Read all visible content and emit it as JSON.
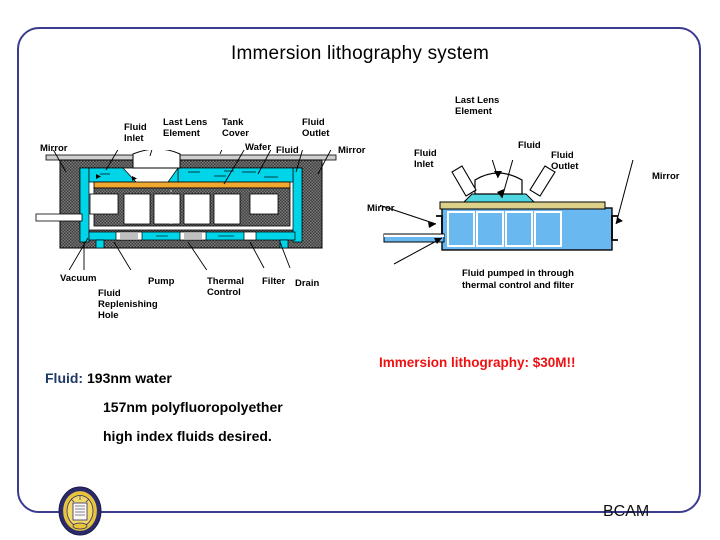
{
  "slide": {
    "title": "Immersion lithography system",
    "border_color": "#3b3b8f",
    "background": "#ffffff"
  },
  "left_diagram": {
    "name": "immersion-tank-cross-section",
    "colors": {
      "fluid": "#00d4e8",
      "wafer": "#f0a830",
      "body_hatch": "#3a3a3a",
      "lens": "#ffffff"
    },
    "labels": {
      "mirror_left": "Mirror",
      "fluid_inlet": "Fluid\nInlet",
      "last_lens_element": "Last Lens\nElement",
      "tank_cover": "Tank\nCover",
      "wafer": "Wafer",
      "fluid": "Fluid",
      "fluid_outlet": "Fluid\nOutlet",
      "mirror_right": "Mirror",
      "vacuum": "Vacuum",
      "fluid_replenishing_hole": "Fluid\nReplenishing\nHole",
      "pump": "Pump",
      "thermal_control": "Thermal\nControl",
      "filter": "Filter",
      "drain": "Drain"
    }
  },
  "right_diagram": {
    "name": "immersion-stage-side-view",
    "colors": {
      "body": "#6ab8f0",
      "fluid": "#4fd6e0",
      "plate": "#ddd08a"
    },
    "labels": {
      "last_lens_element": "Last Lens\nElement",
      "fluid_inlet": "Fluid\nInlet",
      "fluid": "Fluid",
      "fluid_outlet": "Fluid\nOutlet",
      "mirror_right": "Mirror",
      "mirror_left": "Mirror",
      "caption": "Fluid pumped in through\nthermal control and filter"
    }
  },
  "fluid_spec": {
    "key": "Fluid:",
    "key_color": "#1f3864",
    "lines": [
      "193nm water",
      "157nm polyfluoropolyether",
      "high index fluids desired."
    ]
  },
  "highlight": {
    "text": "Immersion lithography: $30M!!",
    "color": "#ee1111"
  },
  "footer": {
    "brand": "BCAM",
    "seal_name": "university-seal",
    "line_color": "#3b3b8f"
  }
}
